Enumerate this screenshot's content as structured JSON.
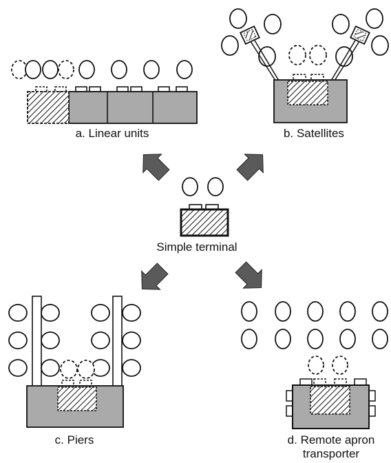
{
  "labels": {
    "a": "a. Linear units",
    "b": "b. Satellites",
    "center": "Simple terminal",
    "c": "c. Piers",
    "d_line1": "d. Remote apron",
    "d_line2": "transporter"
  },
  "colors": {
    "building": "#aaaaaa",
    "outline": "#111111",
    "arrow": "#5a5a5a",
    "background": "#ffffff"
  }
}
